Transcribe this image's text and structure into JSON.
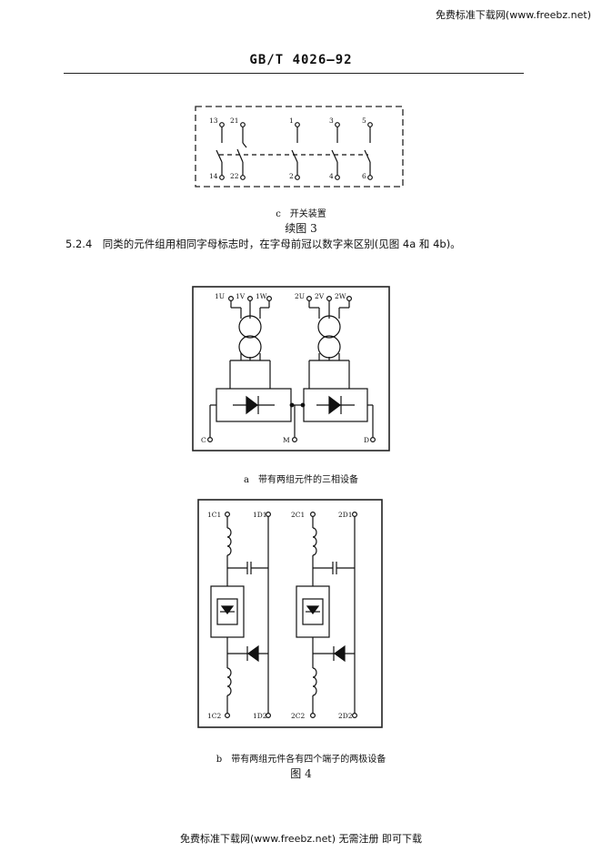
{
  "watermark_top": "免费标准下载网(www.freebz.net)",
  "header": {
    "standard": "GB/T 4026—92"
  },
  "fig3c": {
    "labels_top": [
      "13",
      "21",
      "1",
      "3",
      "5"
    ],
    "labels_bottom": [
      "14",
      "22",
      "2",
      "4",
      "6"
    ],
    "caption": "c　开关装置",
    "title": "续图 3"
  },
  "clause_5_2_4": "5.2.4　同类的元件组用相同字母标志时，在字母前冠以数字来区别(见图 4a 和 4b)。",
  "fig4a": {
    "labels_top": [
      "1U",
      "1V",
      "1W",
      "2U",
      "2V",
      "2W"
    ],
    "labels_bottom": [
      "C",
      "M",
      "D"
    ],
    "caption": "a　带有两组元件的三相设备"
  },
  "fig4b": {
    "labels_top": [
      "1C1",
      "1D1",
      "2C1",
      "2D1"
    ],
    "labels_bottom": [
      "1C2",
      "1D2",
      "2C2",
      "2D2"
    ],
    "caption": "b　带有两组元件各有四个端子的两极设备",
    "title": "图 4"
  },
  "watermark_bottom": "免费标准下载网(www.freebz.net) 无需注册 即可下载"
}
